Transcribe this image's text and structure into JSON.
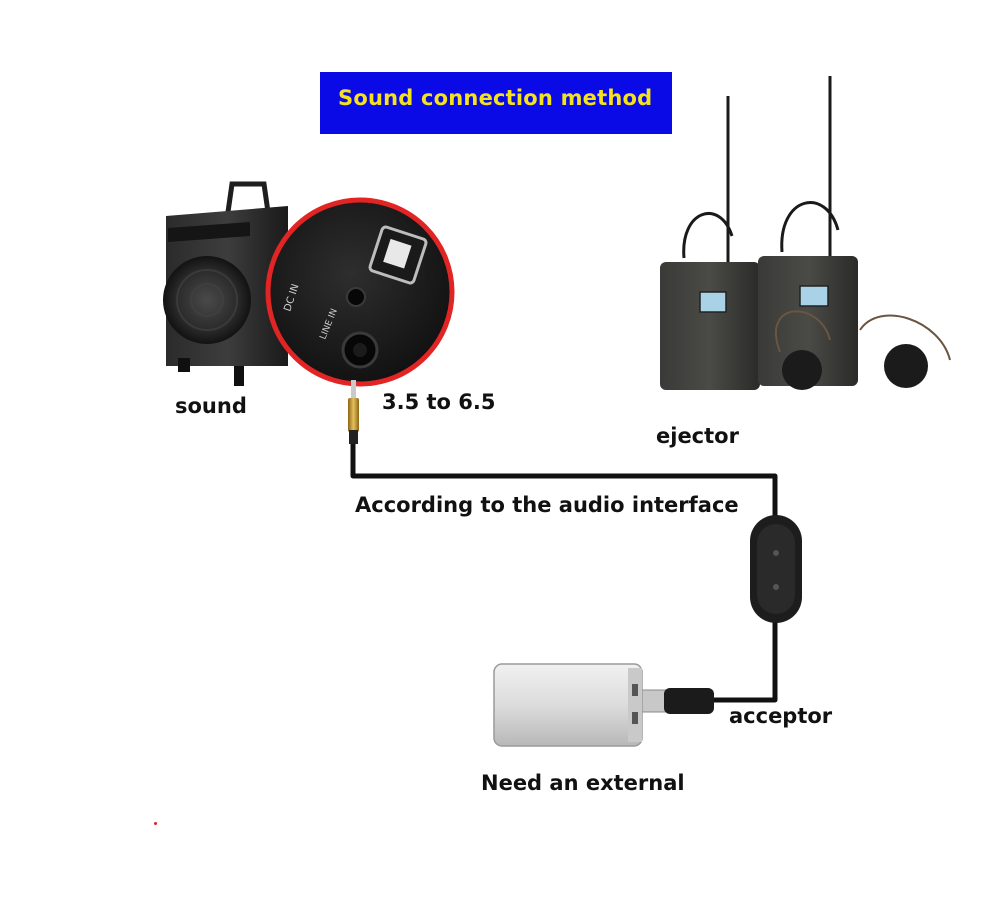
{
  "title": "Sound connection method",
  "labels": {
    "sound": "sound",
    "adapter": "3.5 to 6.5",
    "ejector": "ejector",
    "interface": "According to the audio interface",
    "acceptor": "acceptor",
    "external": "Need an external"
  },
  "icons": {
    "speaker": "trolley-speaker-icon",
    "panel": "speaker-input-panel-icon",
    "plug": "audio-jack-plug-icon",
    "transmitters": "bodypack-transmitter-icon",
    "receiver": "wireless-receiver-icon",
    "powerbank": "power-bank-icon",
    "usb": "usb-plug-icon"
  },
  "colors": {
    "banner": "#0a0ae6",
    "title": "#f4e21c",
    "cable": "#111111",
    "plug_gold": "#c99a2e"
  }
}
